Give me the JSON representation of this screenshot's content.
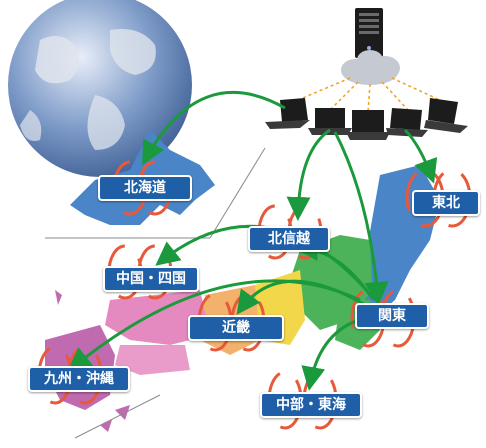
{
  "regions": {
    "hokkaido": "北海道",
    "tohoku": "東北",
    "hokushinetsu": "北信越",
    "chugoku_shikoku": "中国・四国",
    "kinki": "近畿",
    "kanto": "関東",
    "kyushu_okinawa": "九州・沖縄",
    "chubu_tokai": "中部・東海"
  },
  "colors": {
    "ocean_globe": "#5b7fb5",
    "land_globe": "#d9dfe8",
    "arrow": "#1a9a3c",
    "cycle_arrow": "#e8583a",
    "cloud_link": "#f0a020",
    "label_bg": "#1f5fa8",
    "map_blue": "#4a86c7",
    "map_green": "#4cb35a",
    "map_yellow": "#f2d74a",
    "map_pink": "#e58ac0",
    "map_orange": "#f2b26b"
  }
}
